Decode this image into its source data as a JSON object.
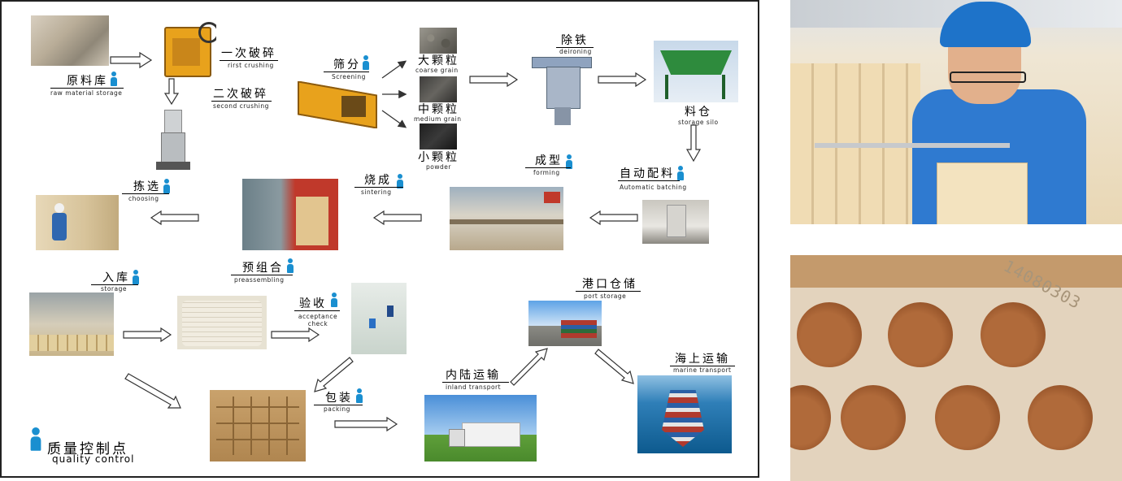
{
  "steps": {
    "raw_material": {
      "zh": "原料库",
      "en": "raw material storage"
    },
    "first_crushing": {
      "zh": "一次破碎",
      "en": "rirst crushing"
    },
    "second_crushing": {
      "zh": "二次破碎",
      "en": "second crushing"
    },
    "screening": {
      "zh": "筛分",
      "en": "Screening"
    },
    "coarse": {
      "zh": "大颗粒",
      "en": "coarse grain"
    },
    "medium": {
      "zh": "中颗粒",
      "en": "medium grain"
    },
    "powder": {
      "zh": "小颗粒",
      "en": "powder"
    },
    "deironing": {
      "zh": "除铁",
      "en": "deironing"
    },
    "silo": {
      "zh": "料仓",
      "en": "storage silo"
    },
    "batching": {
      "zh": "自动配料",
      "en": "Automatic batching"
    },
    "forming": {
      "zh": "成型",
      "en": "forming"
    },
    "sintering": {
      "zh": "烧成",
      "en": "sintering"
    },
    "choosing": {
      "zh": "拣选",
      "en": "choosing"
    },
    "storage": {
      "zh": "入库",
      "en": "storage"
    },
    "preassembling": {
      "zh": "预组合",
      "en": "preassembling"
    },
    "acceptance": {
      "zh": "验收",
      "en": "acceptance check"
    },
    "packing": {
      "zh": "包装",
      "en": "packing"
    },
    "inland": {
      "zh": "内陆运输",
      "en": "inland transport"
    },
    "port": {
      "zh": "港口仓储",
      "en": "port storage"
    },
    "marine": {
      "zh": "海上运输",
      "en": "marine transport"
    }
  },
  "legend": {
    "zh": "质量控制点",
    "en": "quality control"
  },
  "brick_stamp": "14080303",
  "colors": {
    "accent": "#1a8fd0",
    "machine_yellow": "#e8a21c",
    "frame": "#222222"
  }
}
